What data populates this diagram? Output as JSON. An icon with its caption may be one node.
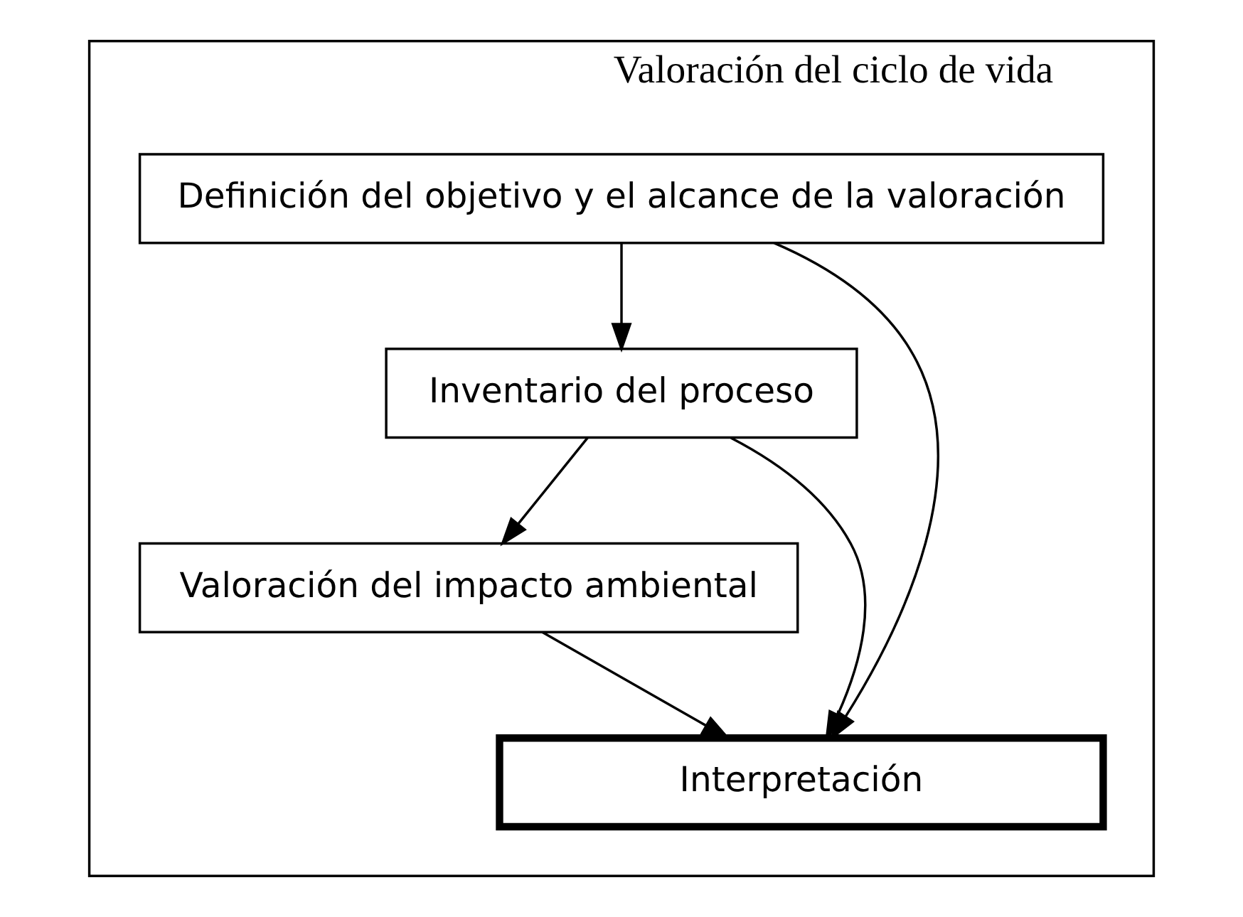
{
  "diagram": {
    "nodes": [
      {
        "text": [
          "Valoración del ciclo de vida"
        ]
      },
      {
        "text": [
          "Definición del objetivo y el alcance de la valoración"
        ],
        "in": 0
      },
      {
        "text": [
          "Inventario del proceso"
        ],
        "in": 0
      },
      {
        "text": [
          "Valoración del impacto ambiental"
        ],
        "in": 0
      },
      {
        "text": [
          "Interpretación"
        ],
        "in": 0
      }
    ],
    "edges": [
      {
        "from": 1,
        "to": 2,
        "arrow": "to"
      },
      {
        "from": 2,
        "to": 3,
        "arrow": "to"
      },
      {
        "from": 1,
        "to": 4,
        "arrow": "to"
      },
      {
        "from": 2,
        "to": 4,
        "arrow": "to"
      },
      {
        "from": 3,
        "to": 4,
        "arrow": "to"
      }
    ]
  }
}
